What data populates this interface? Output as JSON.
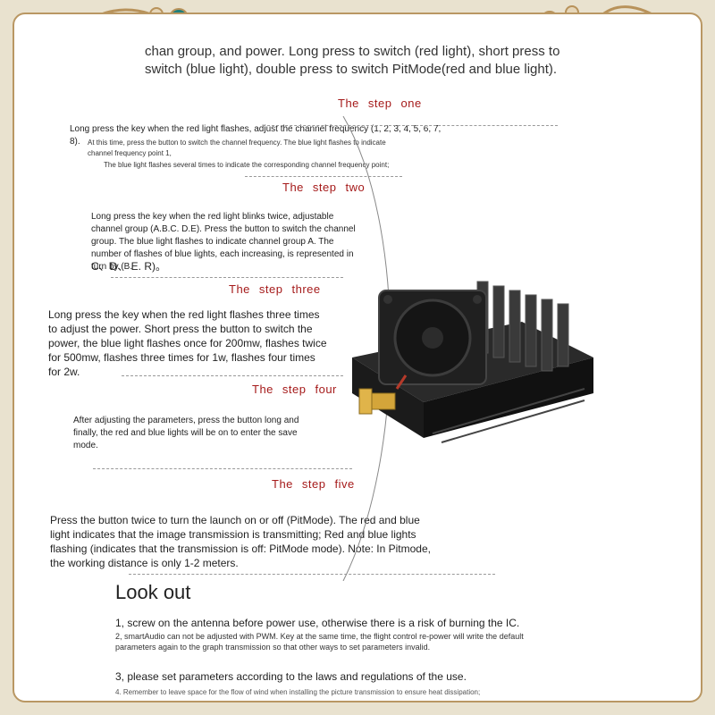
{
  "intro": {
    "line1": "chan   group, and power. Long press to switch (red light), short press to",
    "line2": "switch (blue light), double press to switch PitMode(red and blue light)."
  },
  "steps": [
    {
      "words": [
        "The",
        "step",
        "one"
      ]
    },
    {
      "words": [
        "The",
        "step",
        "two"
      ]
    },
    {
      "words": [
        "The",
        "step",
        "three"
      ]
    },
    {
      "words": [
        "The",
        "step",
        "four"
      ]
    },
    {
      "words": [
        "The",
        "step",
        "five"
      ]
    }
  ],
  "step1": {
    "main": "Long press the key when the red light flashes, adjust the channel frequency (1, 2, 3, 4, 5, 6, 7, 8).",
    "sub1": "At this time, press the button to switch the channel frequency. The blue light flashes to indicate channel frequency point 1,",
    "sub2": "The blue light flashes several times to indicate the corresponding channel frequency point;"
  },
  "step2": {
    "text": "Long press the key when the red light blinks twice, adjustable channel group (A.B.C. D.E). Press the button to switch the channel group. The blue light flashes to indicate channel group A. The number of flashes of blue lights, each increasing, is represented in turn by (B.",
    "tail": "C、D、 E. R)。"
  },
  "step3": {
    "text": "Long press the key when the red light flashes three times to adjust the power. Short press the button to switch the power, the blue light flashes once for 200mw, flashes twice for 500mw, flashes three times for 1w, flashes four times for 2w."
  },
  "step4": {
    "text": "After adjusting the parameters, press the button long and finally, the red and blue lights will be on to enter the save mode."
  },
  "step5": {
    "text": "Press the button twice to turn the launch on or off (PitMode). The red and blue light indicates that the image transmission is transmitting; Red and blue lights flashing (indicates that the transmission is off: PitMode mode). Note: In Pitmode, the working distance is only 1-2 meters."
  },
  "lookout": {
    "title": "Look out",
    "n1": "1, screw on the antenna before power use, otherwise there is a risk of burning the IC.",
    "n2": "2, smartAudio can not be adjusted with PWM. Key at the same time, the flight control re-power will write the default parameters again to the graph transmission so that other ways to set parameters invalid.",
    "n3": "3, please set parameters according to the laws and regulations of the use.",
    "n4": "4. Remember to leave space for the flow of wind when installing the picture transmission to ensure heat dissipation;"
  },
  "colors": {
    "step_title": "#a51a1a",
    "frame": "#b99763",
    "teal": "#1f7f7b"
  }
}
